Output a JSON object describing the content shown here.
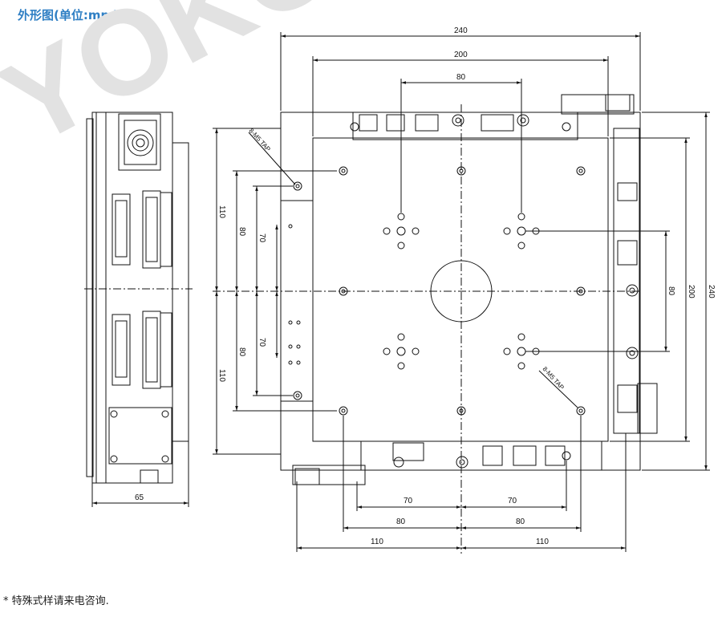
{
  "title": "外形图(单位:mm)",
  "footnote": "* 特殊式样请来电咨询.",
  "watermark": "YOKO",
  "tap_label": "8-M5 TAP",
  "top_dims": {
    "overall": "240",
    "inner": "200",
    "hole_pitch": "80"
  },
  "right_dims": {
    "overall": "240",
    "inner": "200",
    "hole_pitch": "80"
  },
  "left_dims": {
    "half_110": "110",
    "half_80": "80",
    "half_70": "70"
  },
  "bottom_dims": {
    "half_70": "70",
    "half_80": "80",
    "half_110": "110"
  },
  "side_view": {
    "width": "65"
  }
}
